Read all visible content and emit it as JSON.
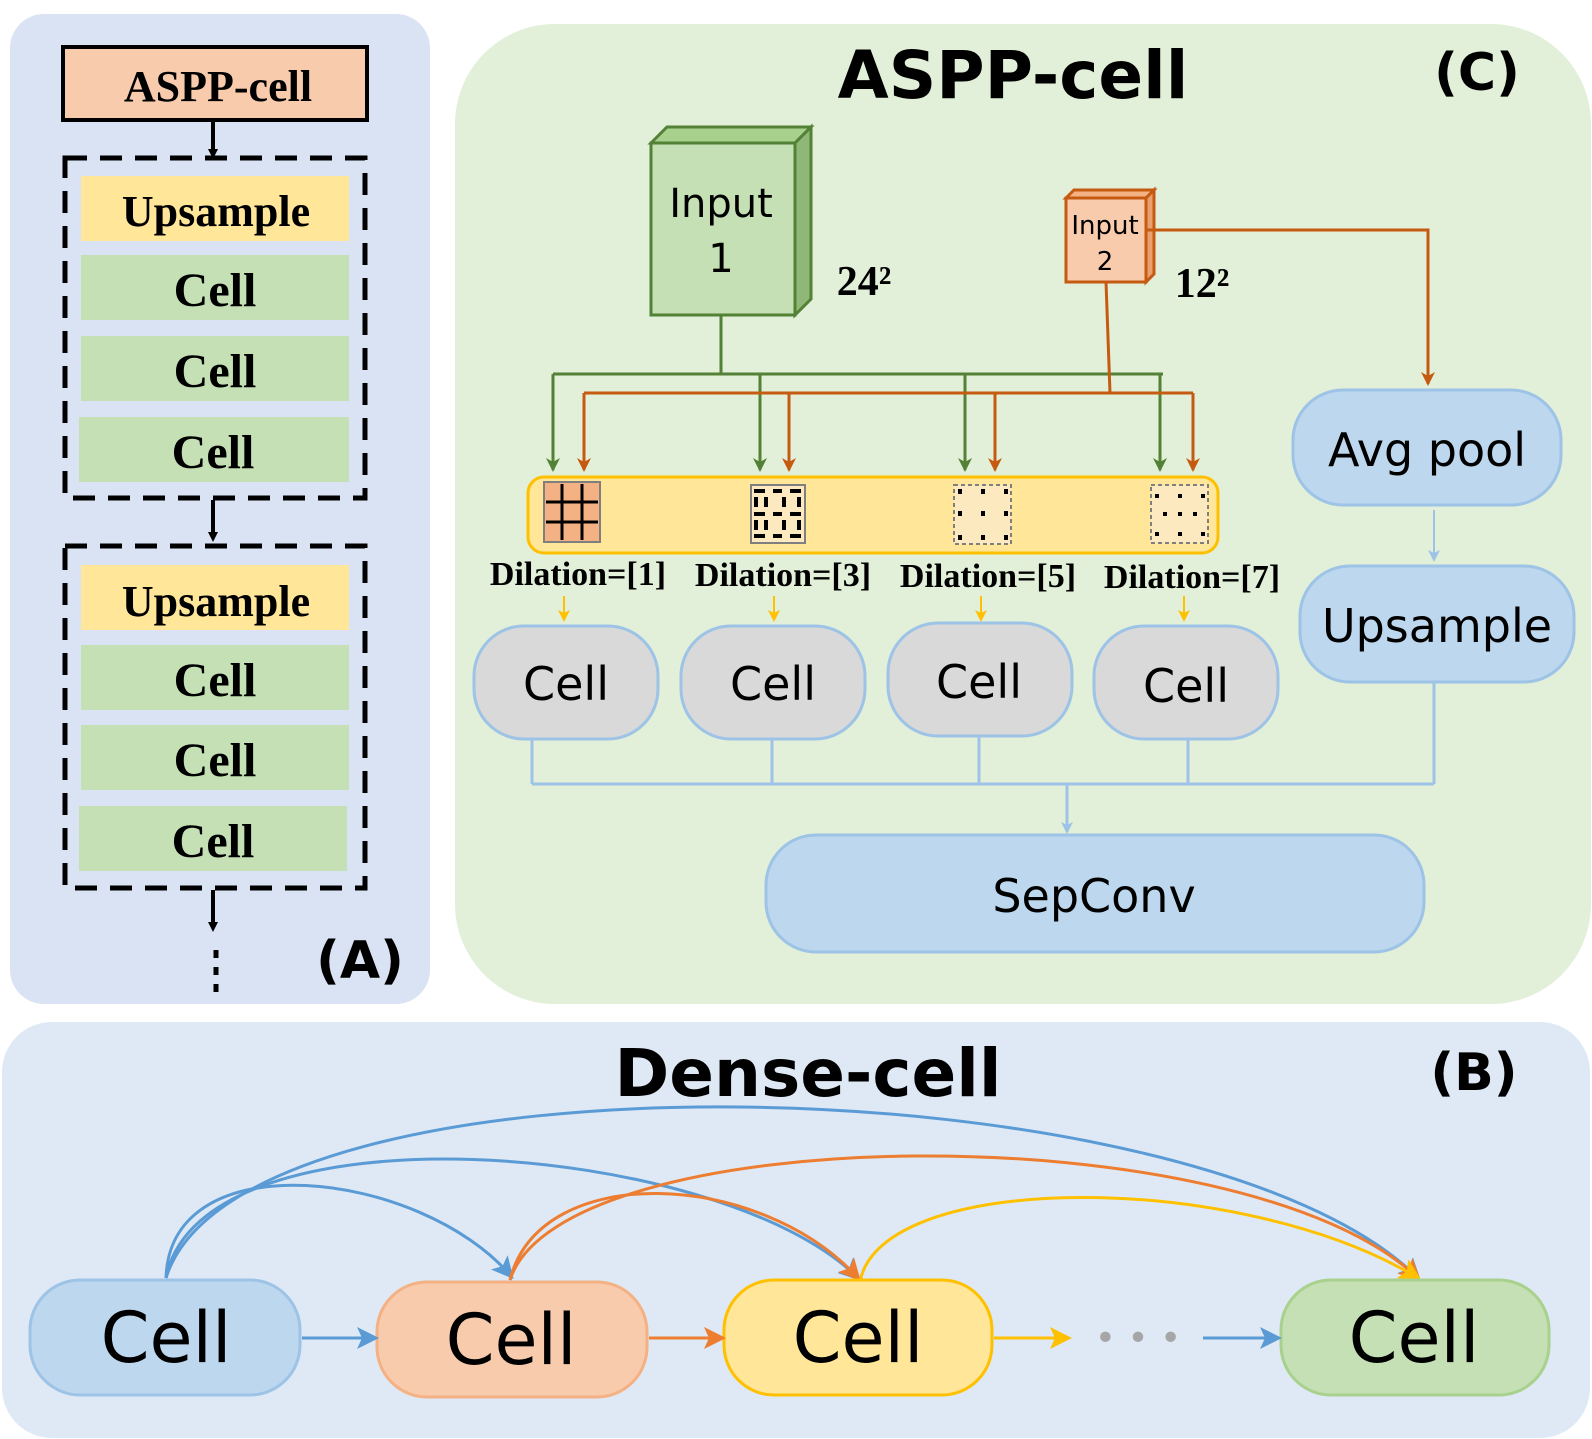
{
  "panel_a": {
    "label": "(A)",
    "top_box": "ASPP-cell",
    "groups": [
      {
        "upsample": "Upsample",
        "cells": [
          "Cell",
          "Cell",
          "Cell"
        ]
      },
      {
        "upsample": "Upsample",
        "cells": [
          "Cell",
          "Cell",
          "Cell"
        ]
      }
    ]
  },
  "panel_c": {
    "title": "ASPP-cell",
    "label": "(C)",
    "input1": {
      "line1": "Input",
      "line2": "1",
      "size": "24²"
    },
    "input2": {
      "line1": "Input",
      "line2": "2",
      "size": "12²"
    },
    "dilations": [
      "Dilation=[1]",
      "Dilation=[3]",
      "Dilation=[5]",
      "Dilation=[7]"
    ],
    "cells": [
      "Cell",
      "Cell",
      "Cell",
      "Cell"
    ],
    "avg_pool": "Avg pool",
    "upsample": "Upsample",
    "sepconv": "SepConv"
  },
  "panel_b": {
    "title": "Dense-cell",
    "label": "(B)",
    "cells": [
      "Cell",
      "Cell",
      "Cell",
      "Cell"
    ],
    "ellipsis": "• • •"
  },
  "colors": {
    "panel_a_bg": "#dae3f3",
    "panel_b_bg": "#dee9f5",
    "panel_c_bg": "#e2efd9",
    "aspp_box": "#f8cbad",
    "upsample": "#ffe699",
    "cell_green": "#c5e0b4",
    "input1": "#c5e0b4",
    "input2": "#f8cbad",
    "gray_cell": "#d9d9d9",
    "blue_node": "#bdd7ee",
    "green_arrow": "#538135",
    "orange_arrow": "#c55a11",
    "yellow_arrow": "#ffc000",
    "blue_arrow": "#5b9bd5",
    "orange_b": "#ed7d31"
  }
}
